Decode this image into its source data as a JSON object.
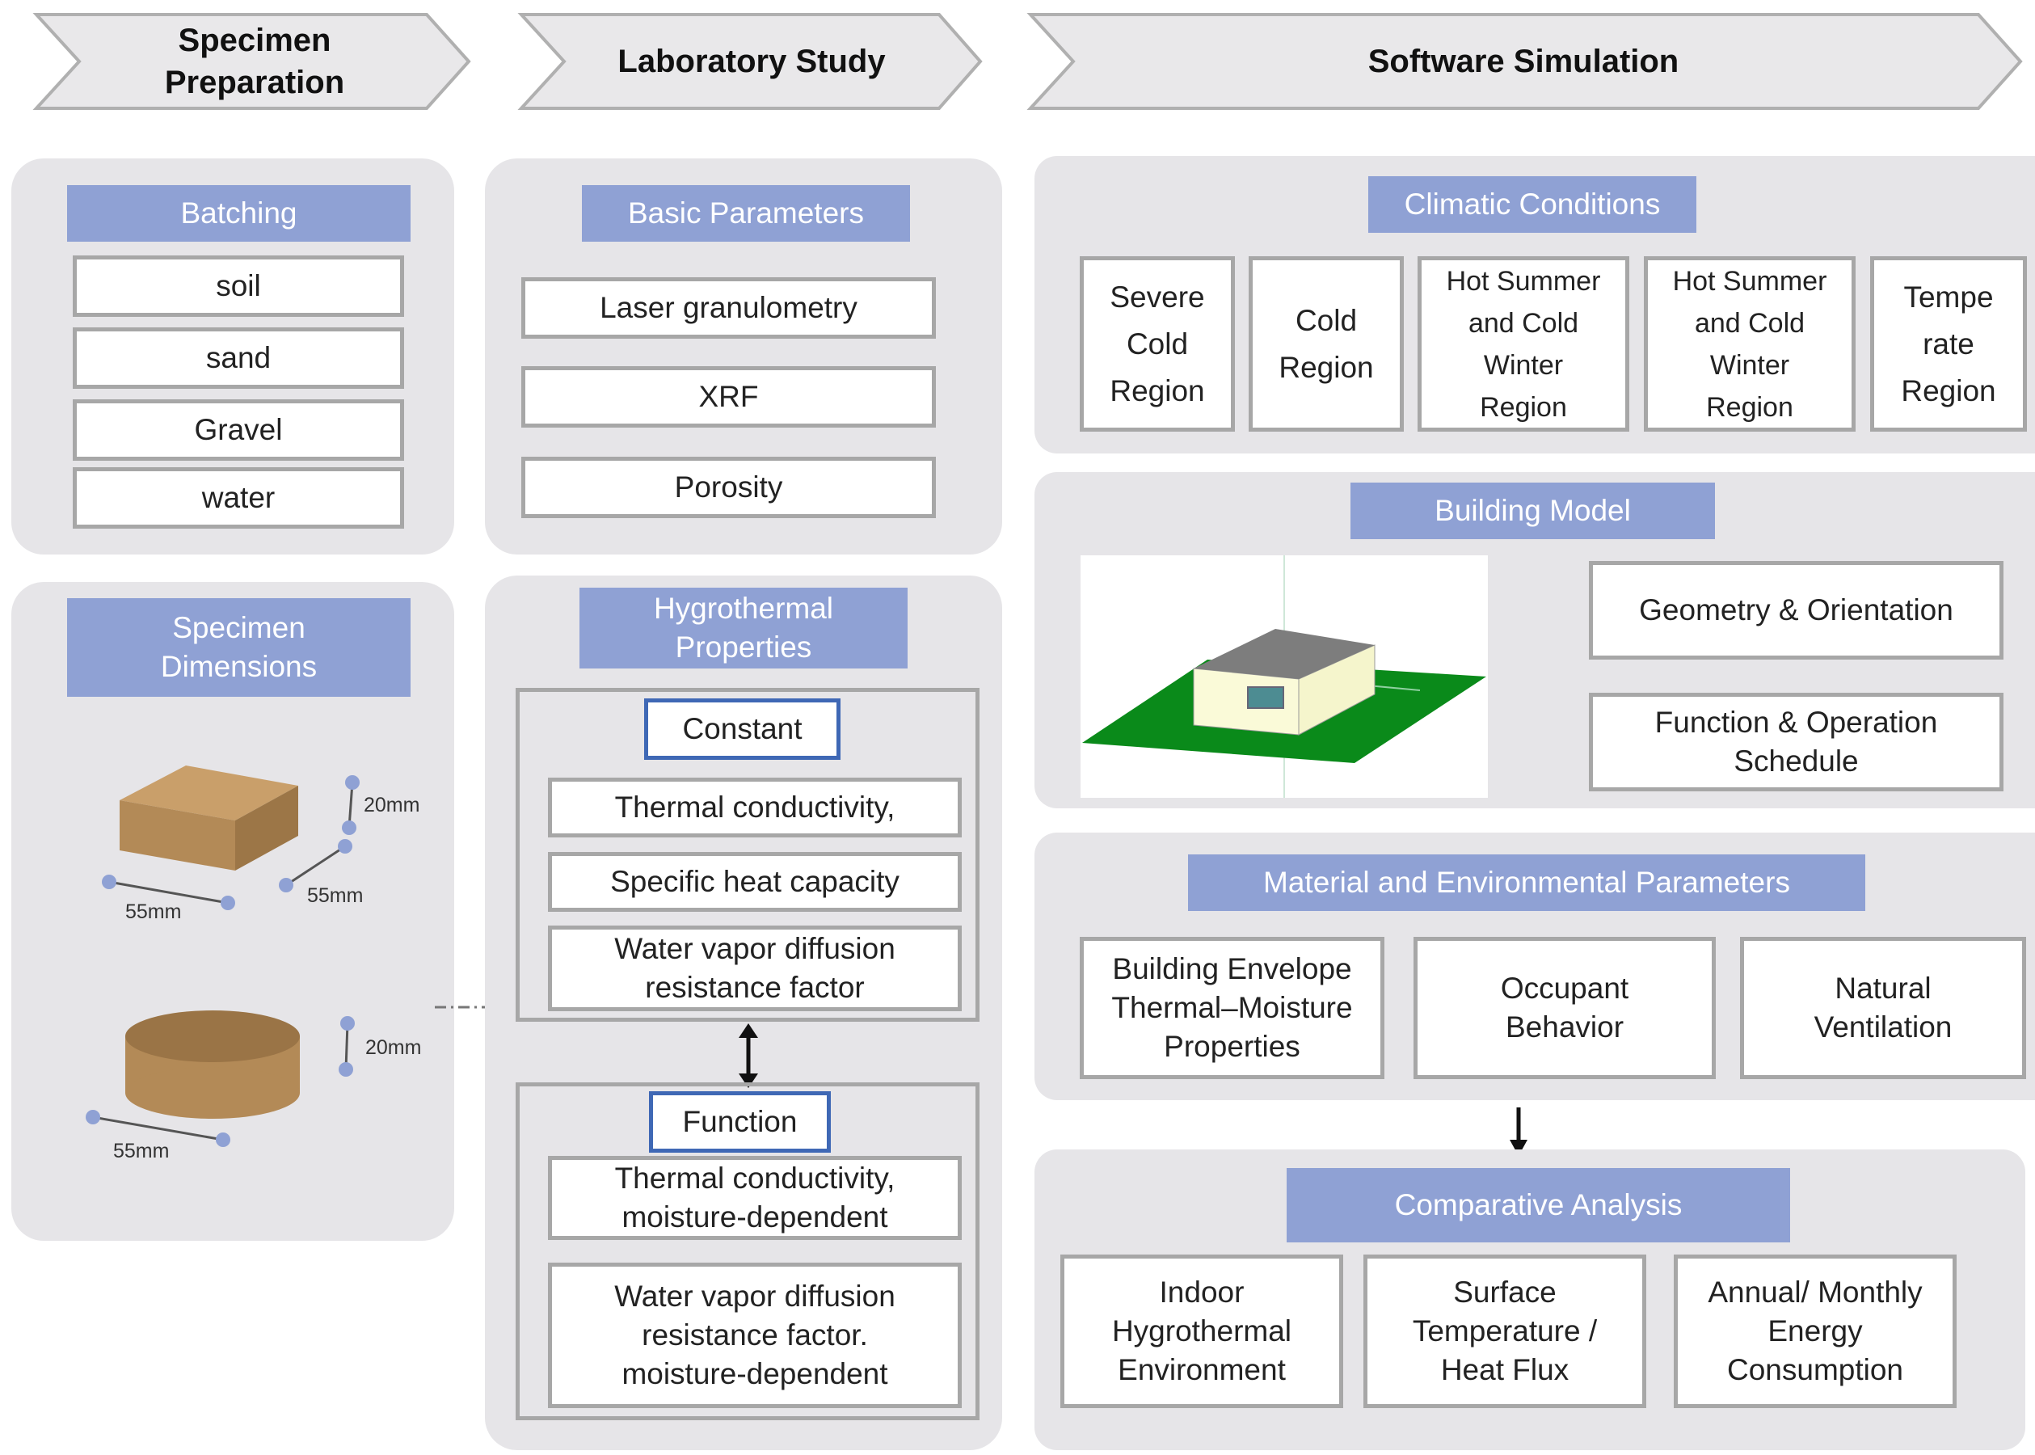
{
  "stages": {
    "preparation": "Specimen Preparation",
    "laboratory": "Laboratory Study",
    "simulation": "Software Simulation"
  },
  "batching": {
    "title": "Batching",
    "items": [
      "soil",
      "sand",
      "Gravel",
      "water"
    ]
  },
  "dimensions": {
    "title": "Specimen Dimensions",
    "block_height": "20mm",
    "block_length": "55mm",
    "block_width": "55mm",
    "cylinder_height": "20mm",
    "cylinder_diameter": "55mm"
  },
  "basic_parameters": {
    "title": "Basic Parameters",
    "items": [
      "Laser granulometry",
      "XRF",
      "Porosity"
    ]
  },
  "hygrothermal": {
    "title": "Hygrothermal Properties",
    "constant_label": "Constant",
    "constant_items": [
      "Thermal conductivity,",
      "Specific heat capacity",
      "Water vapor diffusion resistance factor"
    ],
    "function_label": "Function",
    "function_items": [
      "Thermal conductivity, moisture-dependent",
      "Water vapor diffusion resistance factor. moisture-dependent"
    ]
  },
  "climatic": {
    "title": "Climatic Conditions",
    "regions": [
      "Severe Cold Region",
      "Cold Region",
      "Hot Summer and Cold Winter Region",
      "Hot Summer and Cold Winter Region",
      "Tempe rate Region"
    ]
  },
  "building_model": {
    "title": "Building Model",
    "items": [
      "Geometry & Orientation",
      "Function & Operation Schedule"
    ]
  },
  "material_env": {
    "title": "Material and Environmental Parameters",
    "items": [
      "Building Envelope Thermal–Moisture Properties",
      "Occupant Behavior",
      "Natural Ventilation"
    ]
  },
  "comparative": {
    "title": "Comparative Analysis",
    "items": [
      "Indoor Hygrothermal Environment",
      "Surface Temperature / Heat Flux",
      "Annual/ Monthly Energy Consumption"
    ]
  },
  "colors": {
    "header_fill": "#8fa1d4",
    "panel_fill": "#e6e5e8",
    "box_border": "#a7a7a7",
    "highlight_border": "#3f68b5",
    "ground": "#0a8a1a",
    "specimen": "#b38a57"
  }
}
